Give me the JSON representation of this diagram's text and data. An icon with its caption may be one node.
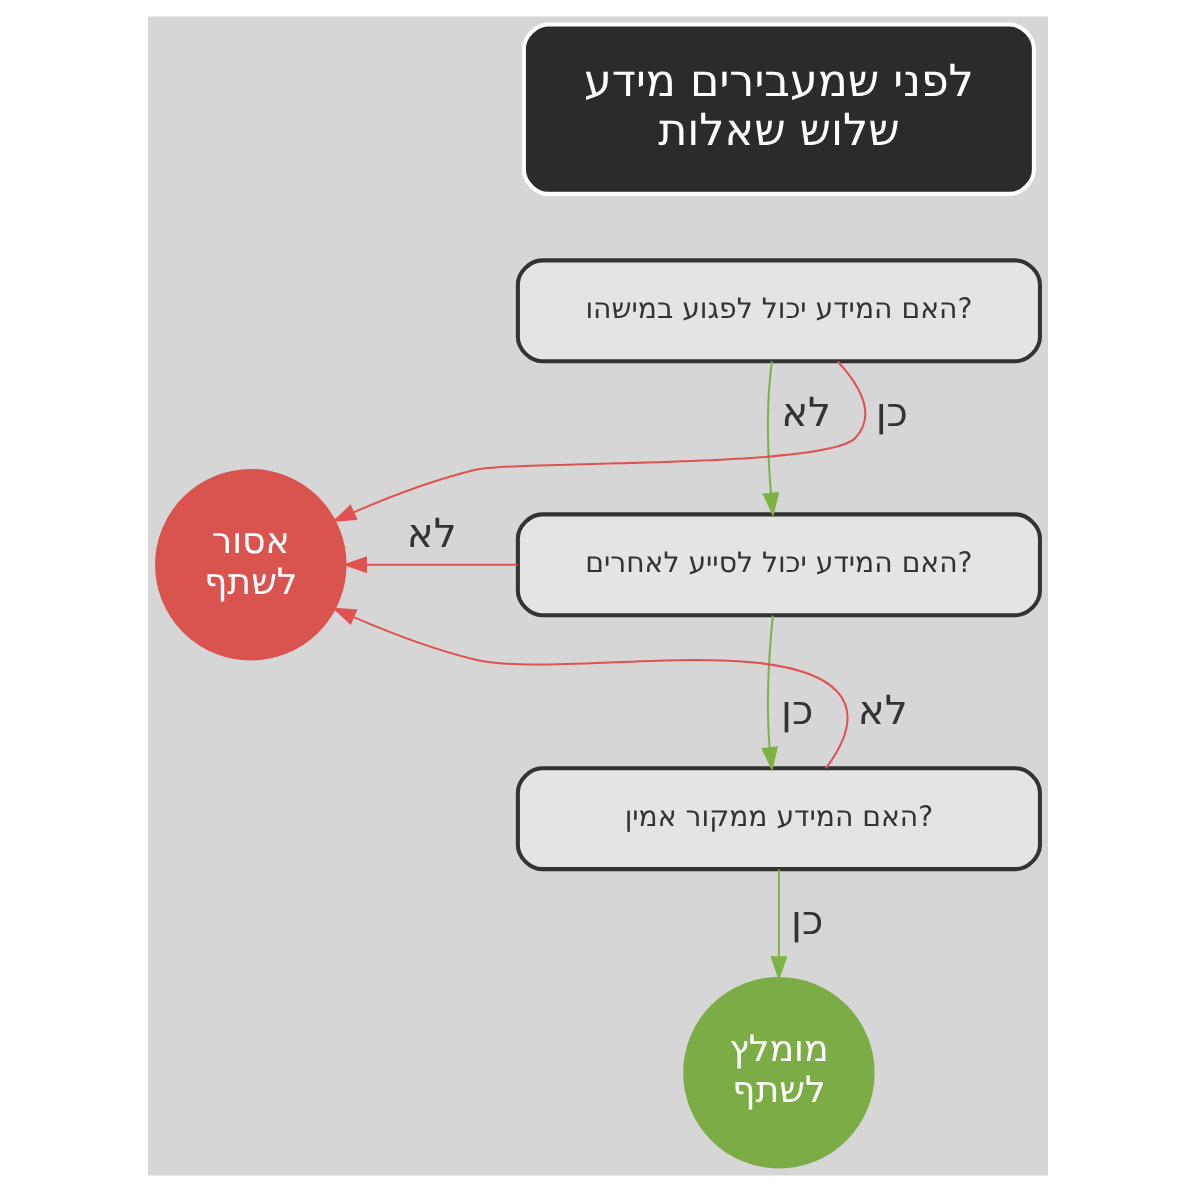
{
  "diagram": {
    "nodes": [
      {
        "text": [
          "לפני שמעבירים מידע",
          "שלוש שאלות"
        ]
      },
      {
        "text": [
          "האם המידע יכול לפגוע במישהו?"
        ]
      },
      {
        "text": [
          "האם המידע יכול לסייע לאחרים?"
        ]
      },
      {
        "text": [
          "האם המידע ממקור אמין?"
        ]
      },
      {
        "text": [
          "אסור לשתף"
        ]
      },
      {
        "text": [
          "מומלץ לשתף"
        ]
      }
    ],
    "edges": [
      {
        "from": 1,
        "to": 4,
        "arrow": "to",
        "label": "כן",
        "color": "#e05252"
      },
      {
        "from": 1,
        "to": 2,
        "arrow": "to",
        "label": "לא",
        "color": "#7cb342"
      },
      {
        "from": 2,
        "to": 4,
        "arrow": "to",
        "label": "לא",
        "color": "#e05252"
      },
      {
        "from": 2,
        "to": 3,
        "arrow": "to",
        "label": "כן",
        "color": "#7cb342"
      },
      {
        "from": 3,
        "to": 4,
        "arrow": "to",
        "label": "לא",
        "color": "#e05252"
      },
      {
        "from": 3,
        "to": 5,
        "arrow": "to",
        "label": "כן",
        "color": "#7cb342"
      }
    ]
  }
}
